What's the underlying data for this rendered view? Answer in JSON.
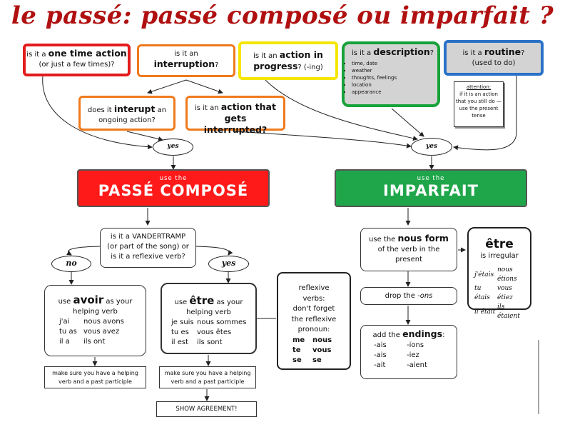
{
  "title": "le passé: passé composé ou imparfait ?",
  "questions": {
    "one_time": {
      "prefix": "is it a",
      "bold": "one time action",
      "sub": "(or just a few times)?"
    },
    "interruption": {
      "prefix": "is it an",
      "bold": "interruption",
      "suffix": "?"
    },
    "in_progress": {
      "prefix": "is it an",
      "bold": "action in progress",
      "suffix": "? (-ing)"
    },
    "description": {
      "prefix": "is it a",
      "bold": "description",
      "suffix": "?",
      "bullets": [
        "time, date",
        "weather",
        "thoughts, feelings",
        "location",
        "appearance"
      ]
    },
    "routine": {
      "prefix": "is it a",
      "bold": "routine",
      "suffix": "?",
      "sub": "(used to do)"
    },
    "interrupt": {
      "prefix": "does it",
      "bold": "interupt",
      "suffix": "an",
      "sub": "ongoing action?"
    },
    "interrupted": {
      "prefix": "is it an",
      "bold": "action that gets interrupted?"
    }
  },
  "attention_note": {
    "heading": "attention:",
    "text": "if it is an action that you still do —use the present tense"
  },
  "yes_label": "yes",
  "no_label": "no",
  "passe_compose": {
    "use": "use the",
    "name": "PASSÉ COMPOSÉ",
    "color": "#ff1a1a"
  },
  "imparfait": {
    "use": "use the",
    "name": "IMPARFAIT",
    "color": "#1fa64a"
  },
  "vandertramp": "is it a VANDERTRAMP (or part of the song) or is it a reflexive verb?",
  "avoir_box": {
    "prefix": "use",
    "bold": "avoir",
    "suffix": "as your",
    "line2": "helping verb",
    "rows": [
      [
        "j'ai",
        "nous avons"
      ],
      [
        "tu as",
        "vous avez"
      ],
      [
        "il a",
        "ils ont"
      ]
    ]
  },
  "etre_box": {
    "prefix": "use",
    "bold": "être",
    "suffix": "as your",
    "line2": "helping verb",
    "rows": [
      [
        "je suis",
        "nous sommes"
      ],
      [
        "tu es",
        "vous êtes"
      ],
      [
        "il est",
        "ils sont"
      ]
    ]
  },
  "reflexive": {
    "line1": "reflexive",
    "line2": "verbs:",
    "line3": "don't forget",
    "line4": "the reflexive",
    "line5": "pronoun:",
    "rows": [
      [
        "me",
        "nous"
      ],
      [
        "te",
        "vous"
      ],
      [
        "se",
        "se"
      ]
    ]
  },
  "helping_note": "make sure you have a helping verb and a past participle",
  "show_agreement": "SHOW AGREEMENT!",
  "nous_form": {
    "prefix": "use the",
    "bold": "nous form",
    "line2": "of the verb in the",
    "line3": "present"
  },
  "drop_ons": {
    "prefix": "drop the",
    "italic": "-ons"
  },
  "endings": {
    "prefix": "add the",
    "bold": "endings",
    "suffix": ":",
    "rows": [
      [
        "-ais",
        "-ions"
      ],
      [
        "-ais",
        "-iez"
      ],
      [
        "-ait",
        "-aient"
      ]
    ]
  },
  "etre_irregular": {
    "title": "être",
    "sub": "is irregular",
    "rows": [
      [
        "j'étais",
        "nous étions"
      ],
      [
        "tu étais",
        "vous étiez"
      ],
      [
        "il était",
        "ils étaient"
      ]
    ]
  }
}
